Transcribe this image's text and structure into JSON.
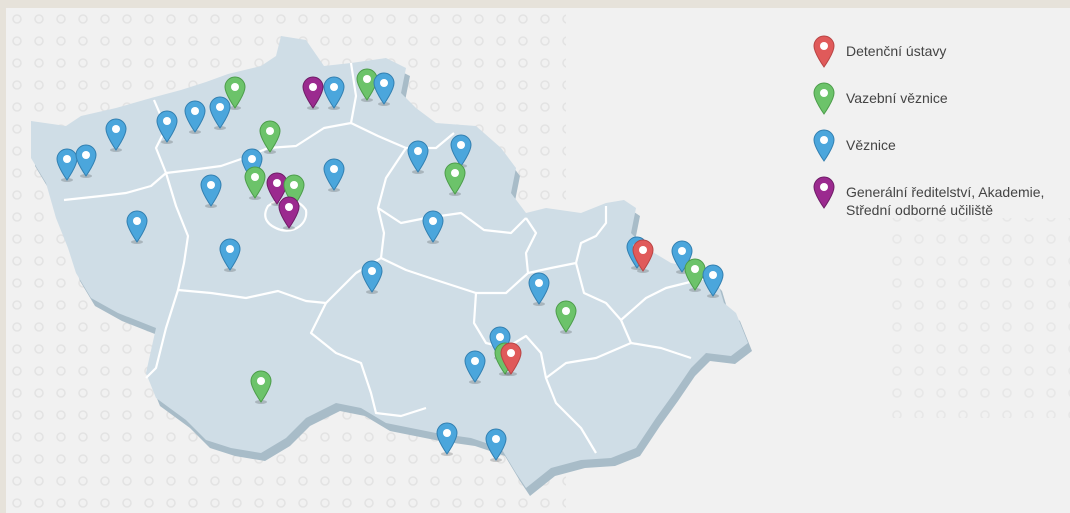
{
  "legend": [
    {
      "label": "Detenční ústavy",
      "color": "#e05a5a",
      "type": "detention"
    },
    {
      "label": "Vazební věznice",
      "color": "#6cc36a",
      "type": "remand"
    },
    {
      "label": "Věznice",
      "color": "#4ba6dc",
      "type": "prison"
    },
    {
      "label": "Generální ředitelství, Akademie,\nStřední odborné učiliště",
      "color": "#9b2a8f",
      "type": "hq"
    }
  ],
  "colors": {
    "map_fill": "#cfdde6",
    "map_shadow": "#9fb6c4",
    "region_border": "#ffffff",
    "background": "#f1f1f1",
    "dot_pattern": "#e3e3e3"
  },
  "icons": {
    "marker": "map-pin-icon"
  }
}
